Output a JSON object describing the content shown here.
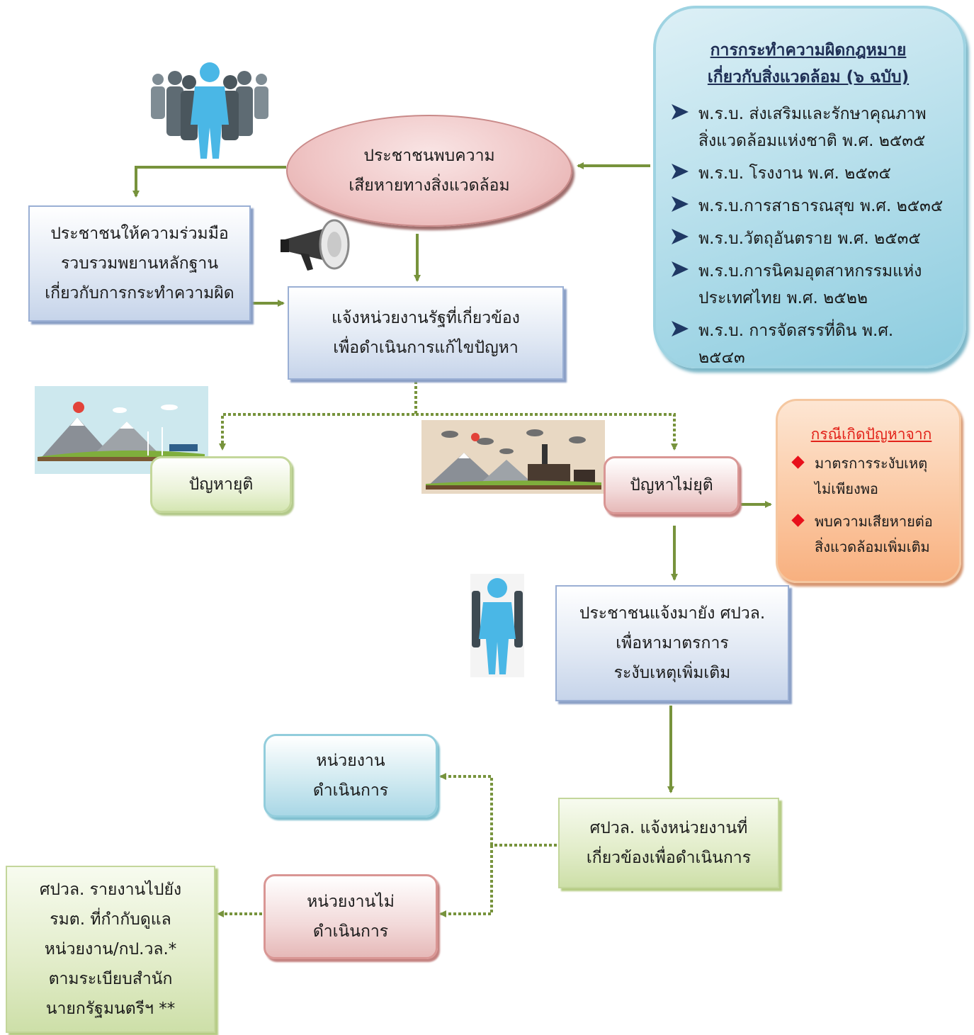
{
  "nodes": {
    "public_finds": [
      "ประชาชนพบความ",
      "เสียหายทางสิ่งแวดล้อม"
    ],
    "public_cooperate": [
      "ประชาชนให้ความร่วมมือ",
      "รวบรวมพยานหลักฐาน",
      "เกี่ยวกับการกระทำความผิด"
    ],
    "notify_agency": [
      "แจ้งหน่วยงานรัฐที่เกี่ยวข้อง",
      "เพื่อดำเนินการแก้ไขปัญหา"
    ],
    "resolved": "ปัญหายุติ",
    "not_resolved": "ปัญหาไม่ยุติ",
    "notify_center": [
      "ประชาชนแจ้งมายัง ศปวล.",
      "เพื่อหามาตรการ",
      "ระงับเหตุเพิ่มเติม"
    ],
    "center_notify": [
      "ศปวล. แจ้งหน่วยงานที่",
      "เกี่ยวข้องเพื่อดำเนินการ"
    ],
    "agency_acts": [
      "หน่วยงาน",
      "ดำเนินการ"
    ],
    "agency_not_act": [
      "หน่วยงานไม่",
      "ดำเนินการ"
    ],
    "center_report": [
      "ศปวล. รายงานไปยัง",
      "รมต. ที่กำกับดูแล",
      "หน่วยงาน/กป.วล.*",
      "ตามระเบียบสำนัก",
      "นายกรัฐมนตรีฯ **"
    ]
  },
  "laws": {
    "title": [
      "การกระทำความผิดกฎหมาย",
      "เกี่ยวกับสิ่งแวดล้อม (๖ ฉบับ)"
    ],
    "items": [
      [
        "พ.ร.บ. ส่งเสริมและรักษาคุณภาพ",
        "สิ่งแวดล้อมแห่งชาติ พ.ศ. ๒๕๓๕"
      ],
      [
        "พ.ร.บ. โรงงาน พ.ศ. ๒๕๓๕"
      ],
      [
        "พ.ร.บ.การสาธารณสุข พ.ศ. ๒๕๓๕"
      ],
      [
        "พ.ร.บ.วัตถุอันตราย พ.ศ. ๒๕๓๕"
      ],
      [
        "พ.ร.บ.การนิคมอุตสาหกรรมแห่ง",
        "ประเทศไทย พ.ศ. ๒๕๒๒"
      ],
      [
        "พ.ร.บ. การจัดสรรที่ดิน พ.ศ. ๒๕๔๓"
      ]
    ]
  },
  "cases": {
    "title": "กรณีเกิดปัญหาจาก",
    "items": [
      [
        "มาตรการระงับเหตุ",
        "ไม่เพียงพอ"
      ],
      [
        "พบความเสียหายต่อ",
        "สิ่งแวดล้อมเพิ่มเติม"
      ]
    ]
  },
  "icons": [
    "crowd-icon",
    "megaphone-icon",
    "clean-landscape-illustration",
    "polluted-factory-illustration",
    "person-crowd-icon"
  ],
  "colors": {
    "arrow": "#77933c",
    "bullet_red": "#e8101b",
    "law_bullet": "#1f3864"
  }
}
